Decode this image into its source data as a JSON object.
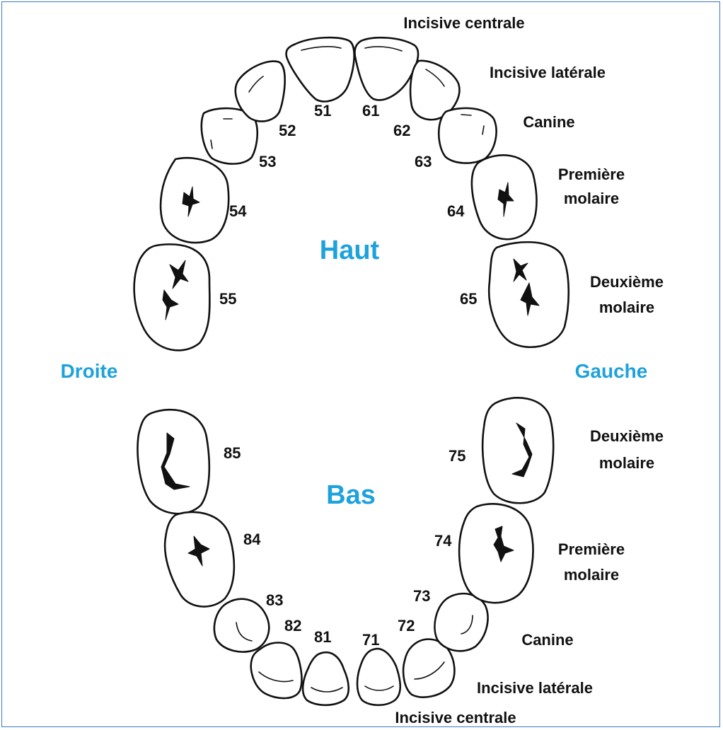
{
  "colors": {
    "accent": "#1ea2dc",
    "outline": "#111111",
    "frame": "#3a78c4"
  },
  "regions": {
    "upper": "Haut",
    "lower": "Bas",
    "right": "Droite",
    "left": "Gauche"
  },
  "upper_labels": {
    "central_incisor": "Incisive centrale",
    "lateral_incisor": "Incisive latérale",
    "canine": "Canine",
    "first_molar": [
      "Première",
      "molaire"
    ],
    "second_molar": [
      "Deuxième",
      "molaire"
    ]
  },
  "lower_labels": {
    "second_molar": [
      "Deuxième",
      "molaire"
    ],
    "first_molar": [
      "Première",
      "molaire"
    ],
    "canine": "Canine",
    "lateral_incisor": "Incisive latérale",
    "central_incisor": "Incisive centrale"
  },
  "teeth": {
    "t51": "51",
    "t52": "52",
    "t53": "53",
    "t54": "54",
    "t55": "55",
    "t61": "61",
    "t62": "62",
    "t63": "63",
    "t64": "64",
    "t65": "65",
    "t71": "71",
    "t72": "72",
    "t73": "73",
    "t74": "74",
    "t75": "75",
    "t81": "81",
    "t82": "82",
    "t83": "83",
    "t84": "84",
    "t85": "85"
  }
}
